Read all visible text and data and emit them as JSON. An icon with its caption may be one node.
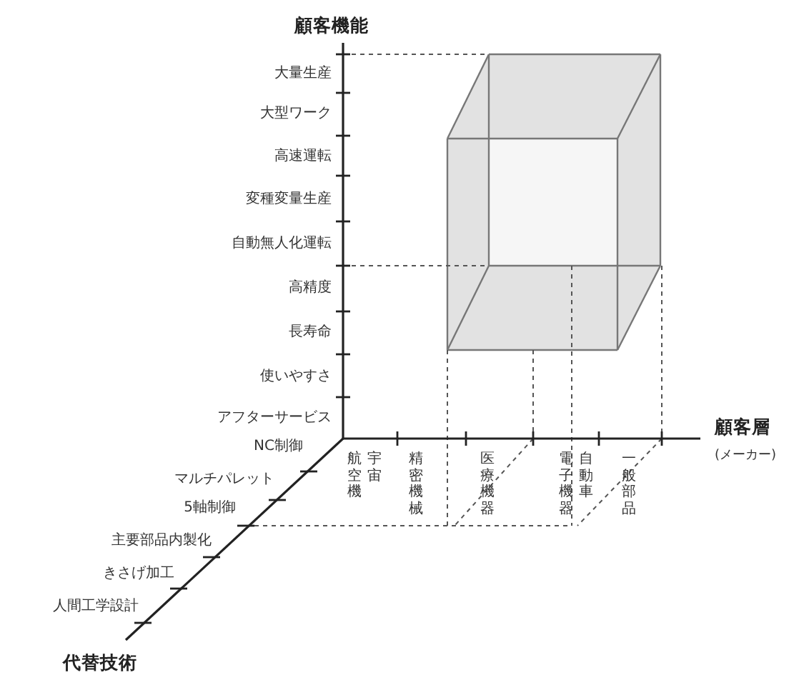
{
  "diagram": {
    "labels": [
      "顧客機能",
      "大量生産",
      "大型ワーク",
      "高速運転",
      "変種変量生産",
      "自動無人化運転",
      "高精度",
      "長寿命",
      "使いやすさ",
      "アフターサービス",
      "顧客層",
      "(メーカー)",
      "宇宙",
      "航空機",
      "精密機械",
      "医療機器",
      "自動車",
      "電子機器",
      "一般部品",
      "NC制御",
      "マルチパレット",
      "5軸制御",
      "主要部品内製化",
      "きさげ加工",
      "人間工学設計",
      "代替技術"
    ]
  }
}
